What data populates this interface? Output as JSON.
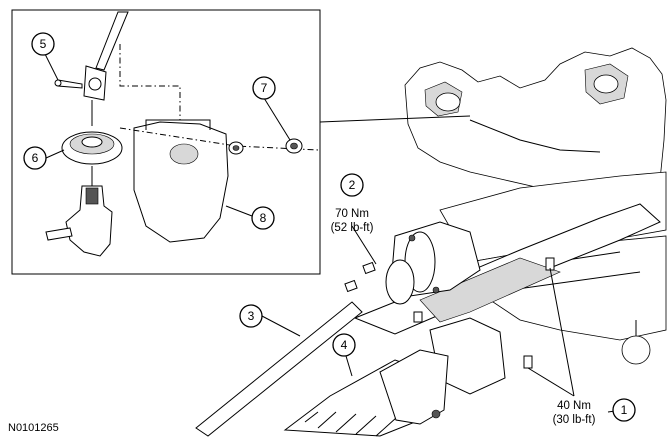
{
  "figure_id": "N0101265",
  "callouts": [
    {
      "label": "1"
    },
    {
      "label": "2"
    },
    {
      "label": "3"
    },
    {
      "label": "4"
    },
    {
      "label": "5"
    },
    {
      "label": "6"
    },
    {
      "label": "7"
    },
    {
      "label": "8"
    }
  ],
  "torque_specs": {
    "upper": {
      "metric": "70 Nm",
      "imperial": "(52 lb-ft)"
    },
    "lower": {
      "metric": "40 Nm",
      "imperial": "(30 lb-ft)"
    }
  }
}
